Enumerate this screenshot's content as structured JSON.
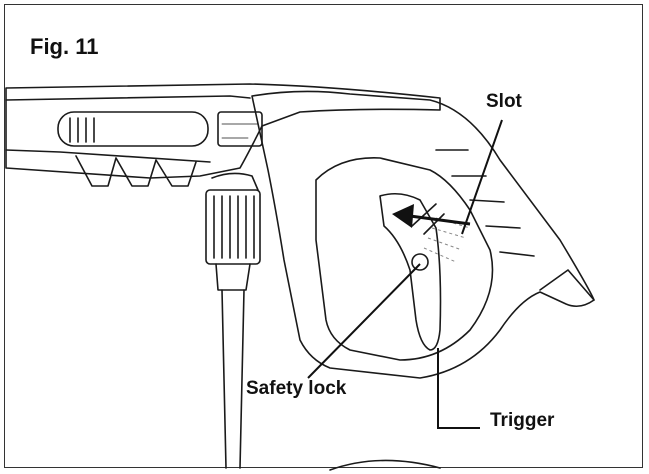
{
  "figure": {
    "title": "Fig. 11"
  },
  "labels": {
    "slot": "Slot",
    "safety_lock": "Safety lock",
    "trigger": "Trigger"
  },
  "colors": {
    "line": "#1a1a1a",
    "arrow": "#111111",
    "frame": "#333333",
    "hatch": "#888888"
  }
}
